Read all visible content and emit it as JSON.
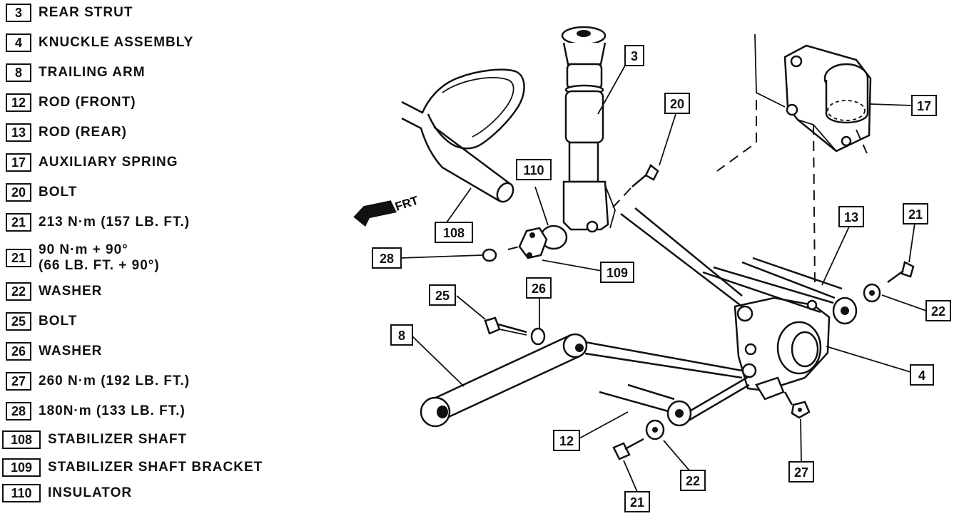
{
  "legend": [
    {
      "num": "3",
      "label": "REAR STRUT"
    },
    {
      "num": "4",
      "label": "KNUCKLE ASSEMBLY"
    },
    {
      "num": "8",
      "label": "TRAILING ARM"
    },
    {
      "num": "12",
      "label": "ROD (FRONT)"
    },
    {
      "num": "13",
      "label": "ROD (REAR)"
    },
    {
      "num": "17",
      "label": "AUXILIARY SPRING"
    },
    {
      "num": "20",
      "label": "BOLT"
    },
    {
      "num": "21",
      "label": "213 N·m (157 LB. FT.)"
    },
    {
      "num": "21",
      "label": "90 N·m + 90°",
      "label2": "(66 LB. FT. + 90°)"
    },
    {
      "num": "22",
      "label": "WASHER"
    },
    {
      "num": "25",
      "label": "BOLT"
    },
    {
      "num": "26",
      "label": "WASHER"
    },
    {
      "num": "27",
      "label": "260 N·m (192 LB. FT.)"
    },
    {
      "num": "28",
      "label": "180N·m (133 LB. FT.)"
    },
    {
      "num": "108",
      "label": "STABILIZER SHAFT"
    },
    {
      "num": "109",
      "label": "STABILIZER SHAFT BRACKET"
    },
    {
      "num": "110",
      "label": "INSULATOR"
    }
  ],
  "direction_label": "FRT",
  "callouts": {
    "c3": "3",
    "c17": "17",
    "c20": "20",
    "c110": "110",
    "c108": "108",
    "c28": "28",
    "c109": "109",
    "c13": "13",
    "c21a": "21",
    "c22a": "22",
    "c25": "25",
    "c26": "26",
    "c8": "8",
    "c4": "4",
    "c12": "12",
    "c27": "27",
    "c22b": "22",
    "c21b": "21"
  }
}
